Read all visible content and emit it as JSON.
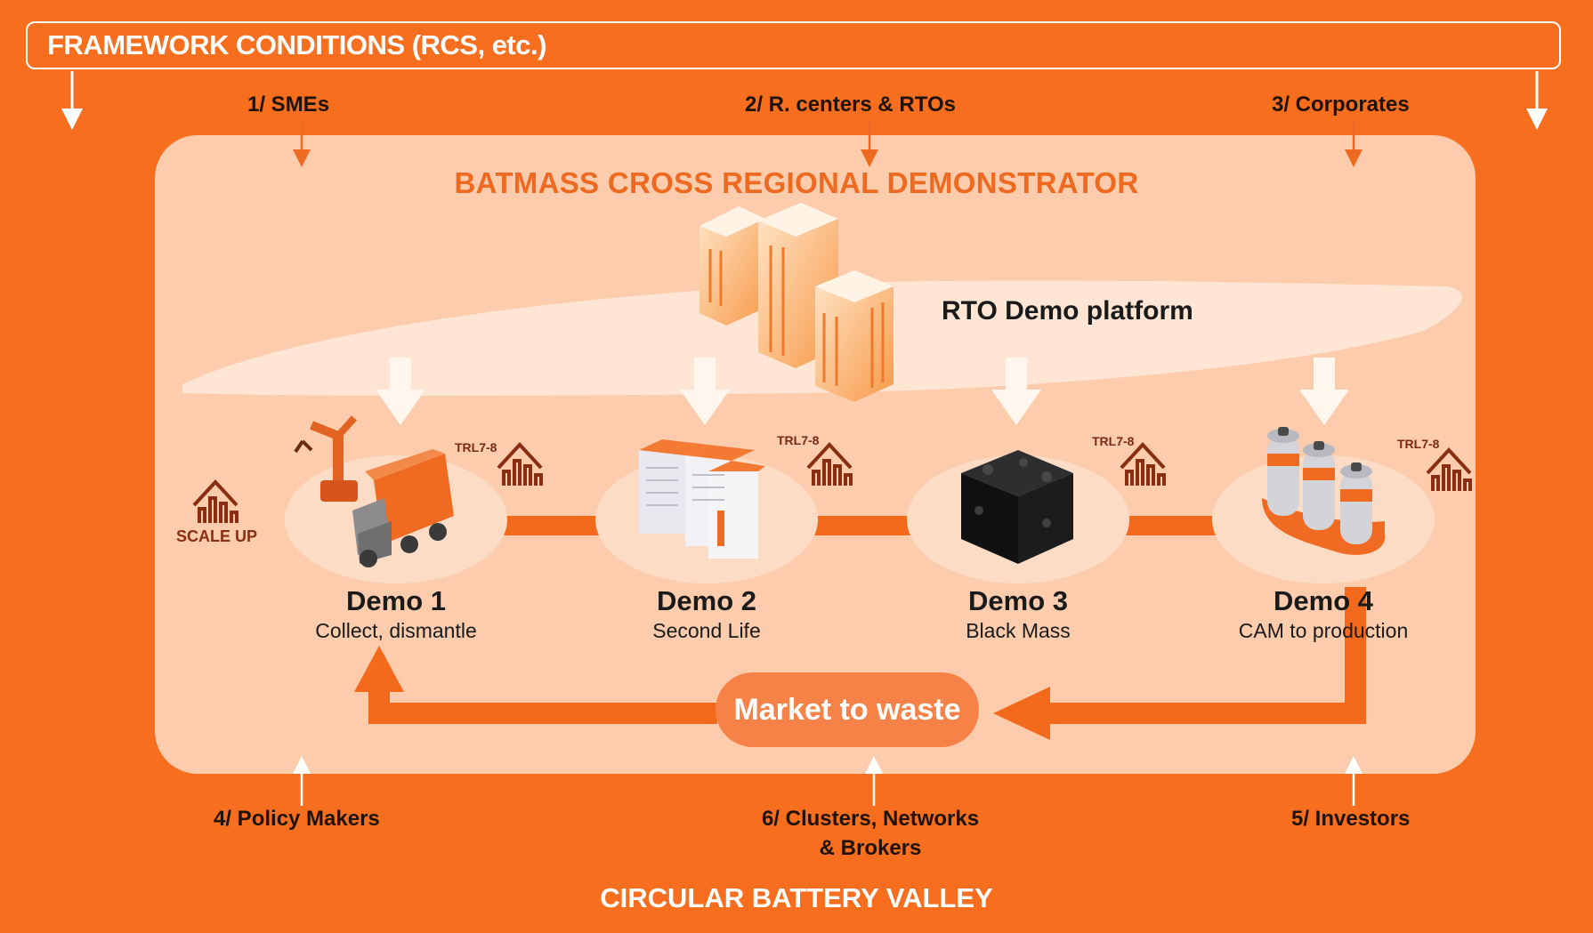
{
  "framework": {
    "title": "FRAMEWORK CONDITIONS (RCS, etc.)"
  },
  "stakeholders_top": [
    {
      "label": "1/ SMEs"
    },
    {
      "label": "2/ R. centers & RTOs"
    },
    {
      "label": "3/ Corporates"
    }
  ],
  "stakeholders_bottom": [
    {
      "label": "4/ Policy Makers"
    },
    {
      "line1": "6/ Clusters, Networks",
      "line2": "& Brokers"
    },
    {
      "label": "5/ Investors"
    }
  ],
  "demonstrator": {
    "title": "BATMASS CROSS REGIONAL DEMONSTRATOR"
  },
  "platform": {
    "label": "RTO Demo platform"
  },
  "scale_up": {
    "label": "SCALE UP"
  },
  "trl": {
    "label": "TRL7-8"
  },
  "demos": [
    {
      "name": "Demo 1",
      "desc": "Collect, dismantle",
      "icon": "truck-robot-arm-icon"
    },
    {
      "name": "Demo 2",
      "desc": "Second Life",
      "icon": "battery-storage-cabinet-icon"
    },
    {
      "name": "Demo 3",
      "desc": "Black Mass",
      "icon": "black-mass-cube-icon"
    },
    {
      "name": "Demo 4",
      "desc": "CAM to production",
      "icon": "battery-cells-icon"
    }
  ],
  "loop": {
    "label": "Market to waste"
  },
  "footer": {
    "title": "CIRCULAR BATTERY VALLEY"
  },
  "colors": {
    "background": "#F66E1E",
    "panel": "#FCCCAD",
    "accent": "#EE6A20",
    "dark": "#1a1a1a"
  }
}
